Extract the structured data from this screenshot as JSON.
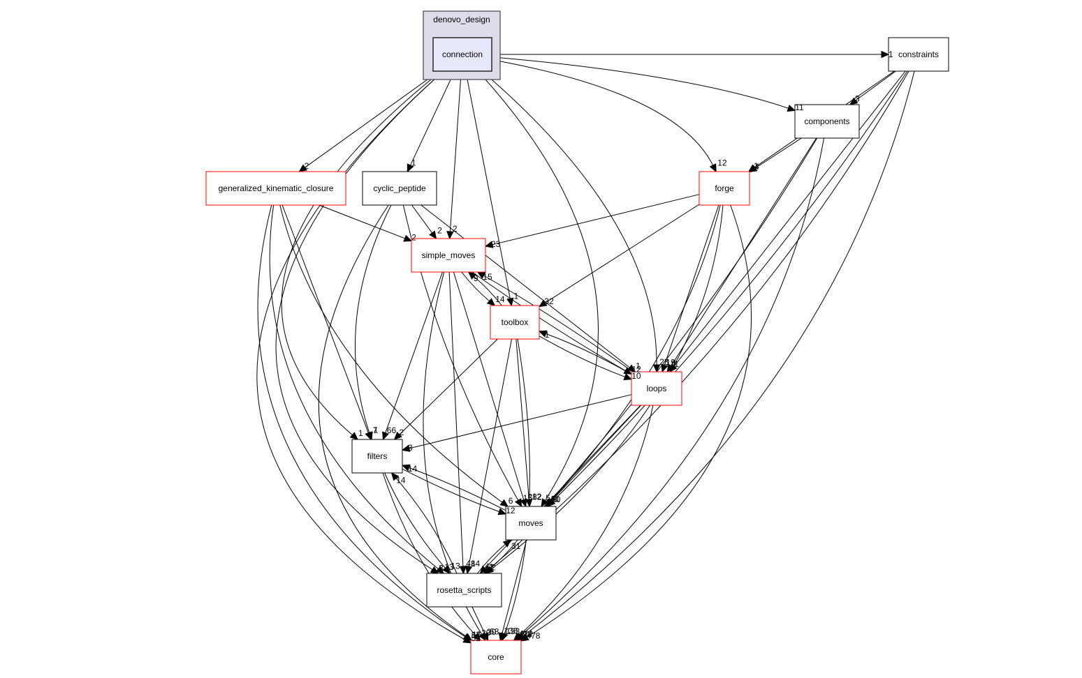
{
  "graph": {
    "type": "directory-dependency-graph",
    "cluster": {
      "id": "denovo_design",
      "label": "denovo_design",
      "fill": "#dcdcea",
      "stroke": "#444444"
    },
    "nodes": [
      {
        "id": "connection",
        "label": "connection",
        "style": "focus",
        "fill": "#e8e8fc",
        "stroke": "#333333"
      },
      {
        "id": "constraints",
        "label": "constraints",
        "style": "normal"
      },
      {
        "id": "components",
        "label": "components",
        "style": "normal"
      },
      {
        "id": "generalized_kinematic_closure",
        "label": "generalized_kinematic_closure",
        "style": "truncated"
      },
      {
        "id": "cyclic_peptide",
        "label": "cyclic_peptide",
        "style": "normal"
      },
      {
        "id": "forge",
        "label": "forge",
        "style": "truncated"
      },
      {
        "id": "simple_moves",
        "label": "simple_moves",
        "style": "truncated"
      },
      {
        "id": "toolbox",
        "label": "toolbox",
        "style": "truncated"
      },
      {
        "id": "loops",
        "label": "loops",
        "style": "truncated"
      },
      {
        "id": "filters",
        "label": "filters",
        "style": "normal"
      },
      {
        "id": "moves",
        "label": "moves",
        "style": "normal"
      },
      {
        "id": "rosetta_scripts",
        "label": "rosetta_scripts",
        "style": "normal"
      },
      {
        "id": "core",
        "label": "core",
        "style": "truncated"
      }
    ],
    "edges": [
      {
        "from": "connection",
        "to": "constraints",
        "label": "1"
      },
      {
        "from": "connection",
        "to": "components",
        "label": "11"
      },
      {
        "from": "connection",
        "to": "generalized_kinematic_closure",
        "label": "2"
      },
      {
        "from": "connection",
        "to": "cyclic_peptide",
        "label": "1"
      },
      {
        "from": "connection",
        "to": "forge",
        "label": "12"
      },
      {
        "from": "connection",
        "to": "simple_moves",
        "label": "2"
      },
      {
        "from": "connection",
        "to": "toolbox",
        "label": "1"
      },
      {
        "from": "connection",
        "to": "loops",
        "label": "23"
      },
      {
        "from": "connection",
        "to": "filters",
        "label": "1"
      },
      {
        "from": "connection",
        "to": "moves",
        "label": "5"
      },
      {
        "from": "connection",
        "to": "rosetta_scripts",
        "label": "3"
      },
      {
        "from": "connection",
        "to": "core",
        "label": "52"
      },
      {
        "from": "constraints",
        "to": "components",
        "label": "3"
      },
      {
        "from": "constraints",
        "to": "forge",
        "label": "1"
      },
      {
        "from": "constraints",
        "to": "loops",
        "label": "1"
      },
      {
        "from": "constraints",
        "to": "moves",
        "label": "8"
      },
      {
        "from": "constraints",
        "to": "rosetta_scripts",
        "label": "1"
      },
      {
        "from": "constraints",
        "to": "core",
        "label": "94"
      },
      {
        "from": "components",
        "to": "forge",
        "label": "4"
      },
      {
        "from": "components",
        "to": "loops",
        "label": "6"
      },
      {
        "from": "components",
        "to": "moves",
        "label": "4"
      },
      {
        "from": "components",
        "to": "core",
        "label": "60"
      },
      {
        "from": "generalized_kinematic_closure",
        "to": "simple_moves",
        "label": "2"
      },
      {
        "from": "generalized_kinematic_closure",
        "to": "filters",
        "label": "7"
      },
      {
        "from": "generalized_kinematic_closure",
        "to": "moves",
        "label": "6"
      },
      {
        "from": "generalized_kinematic_closure",
        "to": "rosetta_scripts",
        "label": "13"
      },
      {
        "from": "generalized_kinematic_closure",
        "to": "core",
        "label": "57"
      },
      {
        "from": "cyclic_peptide",
        "to": "simple_moves",
        "label": "2"
      },
      {
        "from": "cyclic_peptide",
        "to": "loops",
        "label": "1"
      },
      {
        "from": "cyclic_peptide",
        "to": "filters",
        "label": "1"
      },
      {
        "from": "cyclic_peptide",
        "to": "moves",
        "label": "15"
      },
      {
        "from": "cyclic_peptide",
        "to": "core",
        "label": "15"
      },
      {
        "from": "forge",
        "to": "simple_moves",
        "label": "23"
      },
      {
        "from": "forge",
        "to": "toolbox",
        "label": "32"
      },
      {
        "from": "forge",
        "to": "loops",
        "label": "19"
      },
      {
        "from": "forge",
        "to": "moves",
        "label": "21"
      },
      {
        "from": "forge",
        "to": "rosetta_scripts",
        "label": "2"
      },
      {
        "from": "forge",
        "to": "core",
        "label": "478"
      },
      {
        "from": "simple_moves",
        "to": "toolbox",
        "label": "14"
      },
      {
        "from": "simple_moves",
        "to": "loops",
        "label": "12"
      },
      {
        "from": "simple_moves",
        "to": "filters",
        "label": "66"
      },
      {
        "from": "simple_moves",
        "to": "moves",
        "label": "282"
      },
      {
        "from": "simple_moves",
        "to": "rosetta_scripts",
        "label": "48"
      },
      {
        "from": "simple_moves",
        "to": "core",
        "label": "20"
      },
      {
        "from": "toolbox",
        "to": "simple_moves",
        "label": "9"
      },
      {
        "from": "toolbox",
        "to": "loops",
        "label": "10"
      },
      {
        "from": "toolbox",
        "to": "filters",
        "label": "2"
      },
      {
        "from": "toolbox",
        "to": "moves",
        "label": "12"
      },
      {
        "from": "toolbox",
        "to": "rosetta_scripts",
        "label": "14"
      },
      {
        "from": "toolbox",
        "to": "core",
        "label": "133"
      },
      {
        "from": "loops",
        "to": "simple_moves",
        "label": "15"
      },
      {
        "from": "loops",
        "to": "toolbox",
        "label": "1"
      },
      {
        "from": "loops",
        "to": "filters",
        "label": "3"
      },
      {
        "from": "loops",
        "to": "moves",
        "label": "60"
      },
      {
        "from": "loops",
        "to": "rosetta_scripts",
        "label": "4"
      },
      {
        "from": "loops",
        "to": "core",
        "label": "412"
      },
      {
        "from": "filters",
        "to": "moves",
        "label": "12"
      },
      {
        "from": "filters",
        "to": "rosetta_scripts",
        "label": "13"
      },
      {
        "from": "filters",
        "to": "core",
        "label": "20"
      },
      {
        "from": "moves",
        "to": "filters",
        "label": "14"
      },
      {
        "from": "moves",
        "to": "rosetta_scripts",
        "label": "2"
      },
      {
        "from": "moves",
        "to": "core",
        "label": "138"
      },
      {
        "from": "rosetta_scripts",
        "to": "filters",
        "label": "14"
      },
      {
        "from": "rosetta_scripts",
        "to": "moves",
        "label": "31"
      },
      {
        "from": "rosetta_scripts",
        "to": "core",
        "label": "68"
      }
    ],
    "colors": {
      "truncated_border": "#ff0000",
      "normal_border": "#000000",
      "edge": "#000000"
    }
  }
}
